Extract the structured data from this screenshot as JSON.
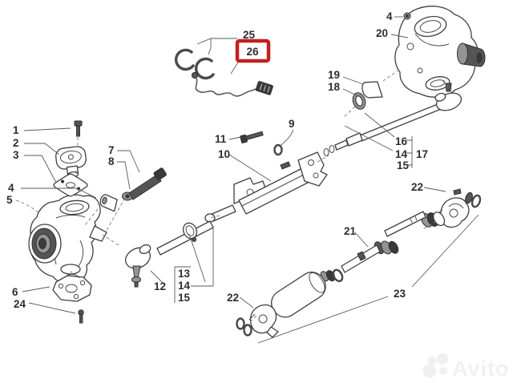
{
  "diagram": {
    "highlight": {
      "part_number": "26",
      "box_color": "#c2201e"
    },
    "callouts": [
      "1",
      "2",
      "3",
      "4",
      "5",
      "6",
      "24",
      "7",
      "8",
      "11",
      "9",
      "10",
      "25",
      "26",
      "4",
      "20",
      "19",
      "18",
      "16",
      "14",
      "15",
      "17",
      "22",
      "12",
      "13",
      "14",
      "15",
      "21",
      "23",
      "22"
    ]
  },
  "watermark": {
    "text": "Avito"
  }
}
